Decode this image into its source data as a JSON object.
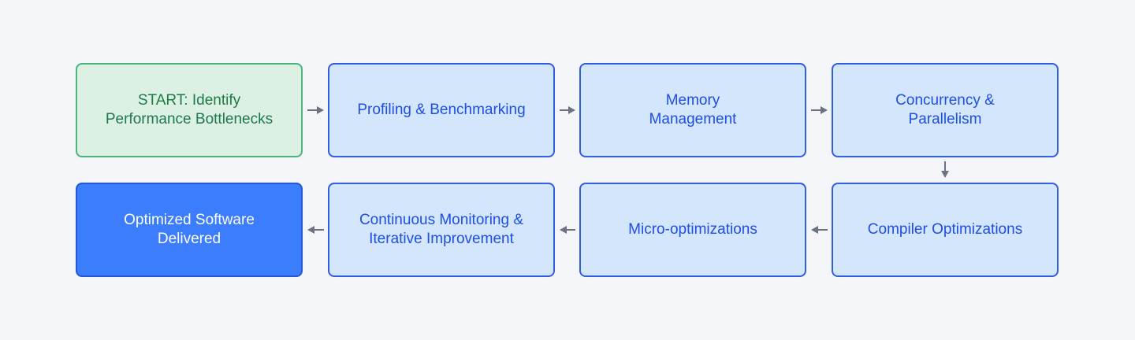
{
  "diagram": {
    "nodes": [
      {
        "id": "n1",
        "label": "START: Identify Performance Bottlenecks",
        "kind": "start"
      },
      {
        "id": "n2",
        "label": "Profiling & Benchmarking",
        "kind": "step"
      },
      {
        "id": "n3",
        "label": "Memory Management",
        "kind": "step"
      },
      {
        "id": "n4",
        "label": "Concurrency & Parallelism",
        "kind": "step"
      },
      {
        "id": "n5",
        "label": "Compiler Optimizations",
        "kind": "step"
      },
      {
        "id": "n6",
        "label": "Micro-optimizations",
        "kind": "step"
      },
      {
        "id": "n7",
        "label": "Continuous Monitoring & Iterative Improvement",
        "kind": "step"
      },
      {
        "id": "n8",
        "label": "Optimized Software Delivered",
        "kind": "end"
      }
    ],
    "edges": [
      {
        "from": "n1",
        "to": "n2"
      },
      {
        "from": "n2",
        "to": "n3"
      },
      {
        "from": "n3",
        "to": "n4"
      },
      {
        "from": "n4",
        "to": "n5"
      },
      {
        "from": "n5",
        "to": "n6"
      },
      {
        "from": "n6",
        "to": "n7"
      },
      {
        "from": "n7",
        "to": "n8"
      }
    ],
    "colors": {
      "background": "#f3f5f9",
      "start_fill": "#dcf1e3",
      "start_border": "#4fb27b",
      "start_text": "#1d7a49",
      "step_fill": "#d3e6fc",
      "step_border": "#2f5fe0",
      "step_text": "#1f4ee2",
      "end_fill": "#3b7dfd",
      "end_text": "#ffffff",
      "arrow": "#6b7280"
    }
  }
}
